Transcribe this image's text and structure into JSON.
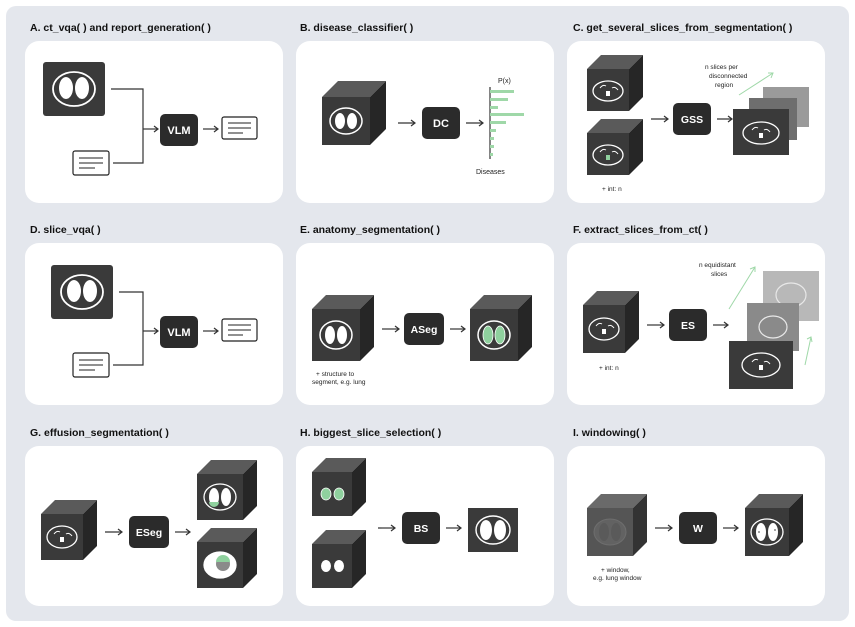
{
  "panels": {
    "a": {
      "title": "A. ct_vqa( ) and report_generation( )",
      "box": "VLM"
    },
    "b": {
      "title": "B. disease_classifier( )",
      "box": "DC",
      "y_label": "P(x)",
      "x_label": "Diseases"
    },
    "c": {
      "title": "C. get_several_slices_from_segmentation( )",
      "box": "GSS",
      "param": "+ int: n",
      "note_l1": "n slices per",
      "note_l2": "disconnected",
      "note_l3": "region"
    },
    "d": {
      "title": "D. slice_vqa( )",
      "box": "VLM"
    },
    "e": {
      "title": "E. anatomy_segmentation( )",
      "box": "ASeg",
      "param_l1": "+ structure to",
      "param_l2": "segment, e.g. lung"
    },
    "f": {
      "title": "F. extract_slices_from_ct( )",
      "box": "ES",
      "param": "+ int: n",
      "note_l1": "n equidistant",
      "note_l2": "slices"
    },
    "g": {
      "title": "G. effusion_segmentation( )",
      "box": "ESeg"
    },
    "h": {
      "title": "H. biggest_slice_selection( )",
      "box": "BS"
    },
    "i": {
      "title": "I. windowing( )",
      "box": "W",
      "param_l1": "+ window,",
      "param_l2": "e.g. lung window"
    }
  },
  "colors": {
    "box": "#2b2b2b",
    "cube_front": "#3a3a3a",
    "cube_top": "#5a5a5a",
    "cube_side": "#262626",
    "accent_green": "#8fd19e",
    "background": "#e4e7ed"
  }
}
